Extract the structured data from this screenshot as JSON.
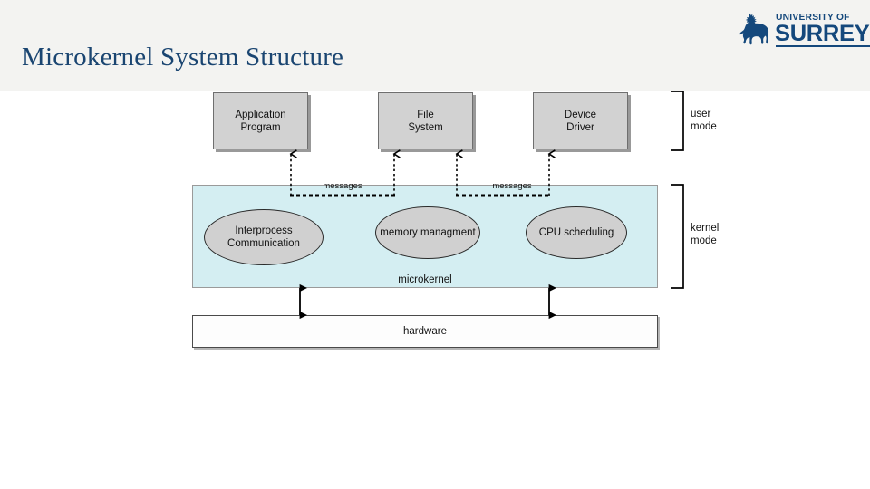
{
  "slide": {
    "title": "Microkernel System Structure",
    "background_color": "#ffffff",
    "header_band_color": "#f3f3f1",
    "title_color": "#1a4571"
  },
  "logo": {
    "line1": "UNIVERSITY OF",
    "line2": "SURREY",
    "emblem": "stag-icon",
    "color": "#14487c"
  },
  "diagram": {
    "user_mode_boxes": [
      {
        "line1": "Application",
        "line2": "Program"
      },
      {
        "line1": "File",
        "line2": "System"
      },
      {
        "line1": "Device",
        "line2": "Driver"
      }
    ],
    "kernel_services": [
      {
        "line1": "Interprocess",
        "line2": "Communication"
      },
      {
        "line1": "memory",
        "line2": "managment"
      },
      {
        "line1": "CPU",
        "line2": "scheduling"
      }
    ],
    "message_labels": [
      "messages",
      "messages"
    ],
    "microkernel_label": "microkernel",
    "hardware_label": "hardware",
    "mode_brackets": [
      {
        "line1": "user",
        "line2": "mode"
      },
      {
        "line1": "kernel",
        "line2": "mode"
      }
    ],
    "colors": {
      "box_fill": "#d2d2d2",
      "box_border": "#6f6f6f",
      "kernel_fill": "#d4eef2",
      "kernel_border": "#9a9a9a",
      "ellipse_fill": "#d0d0d0",
      "ellipse_border": "#2b2b2b",
      "hardware_fill": "#fdfdfd",
      "hardware_border": "#4a4a4a",
      "line": "#000000"
    }
  }
}
